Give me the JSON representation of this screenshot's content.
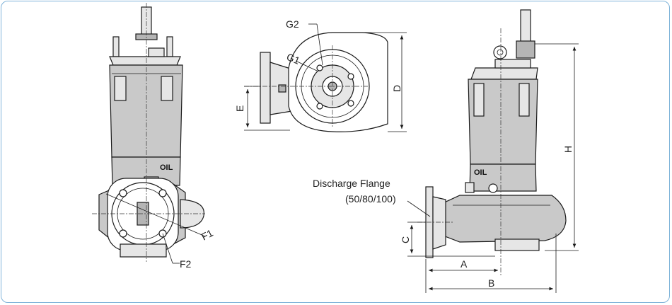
{
  "labels": {
    "g1": "G1",
    "g2": "G2",
    "d": "D",
    "e": "E",
    "h": "H",
    "f1": "F1",
    "f2": "F2",
    "a": "A",
    "b": "B",
    "c": "C",
    "oil": "OIL",
    "discharge_line1": "Discharge Flange",
    "discharge_line2": "(50/80/100)"
  }
}
